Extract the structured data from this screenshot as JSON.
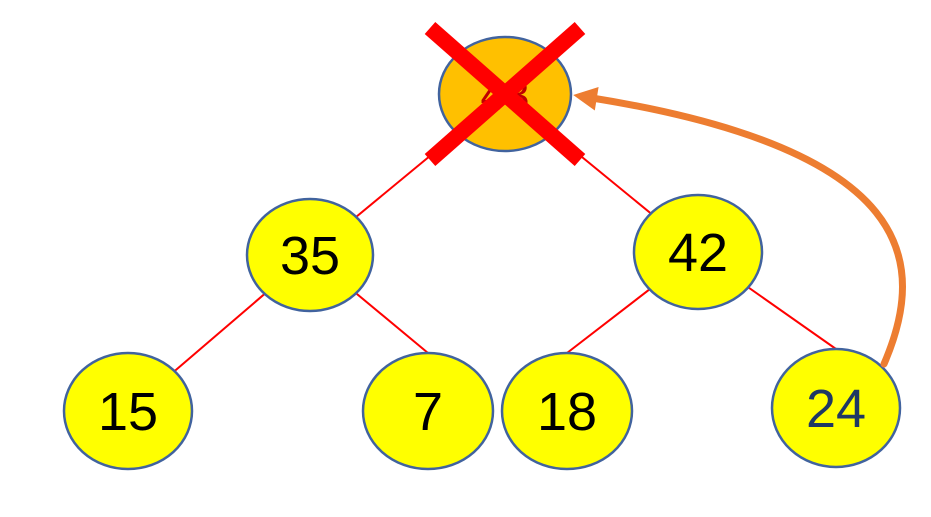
{
  "diagram": {
    "type": "binary-tree",
    "colors": {
      "node_fill": "#FFFF00",
      "root_fill": "#FFC000",
      "node_border": "#41639E",
      "edge_red": "#FF0000",
      "cross_red": "#FF0000",
      "arrow_orange": "#ED7D31",
      "text_black": "#000000",
      "text_navy": "#1F3864",
      "root_text_red": "#C00000"
    },
    "nodes": [
      {
        "id": "root",
        "label": "43",
        "fill": "#FFC000",
        "text_color": "#C00000"
      },
      {
        "id": "left",
        "label": "35",
        "fill": "#FFFF00",
        "text_color": "#000000"
      },
      {
        "id": "right",
        "label": "42",
        "fill": "#FFFF00",
        "text_color": "#000000"
      },
      {
        "id": "left-left",
        "label": "15",
        "fill": "#FFFF00",
        "text_color": "#000000"
      },
      {
        "id": "left-right",
        "label": "7",
        "fill": "#FFFF00",
        "text_color": "#000000"
      },
      {
        "id": "right-left",
        "label": "18",
        "fill": "#FFFF00",
        "text_color": "#000000"
      },
      {
        "id": "right-right",
        "label": "24",
        "fill": "#FFFF00",
        "text_color": "#1F3864"
      }
    ],
    "edges": [
      {
        "from": "43",
        "to": "35"
      },
      {
        "from": "43",
        "to": "42"
      },
      {
        "from": "35",
        "to": "15"
      },
      {
        "from": "35",
        "to": "7"
      },
      {
        "from": "42",
        "to": "18"
      },
      {
        "from": "42",
        "to": "24"
      }
    ],
    "annotations": {
      "cross_icon": "red-x-over-root",
      "arrow_icon": "curved-arrow-24-to-root"
    }
  }
}
